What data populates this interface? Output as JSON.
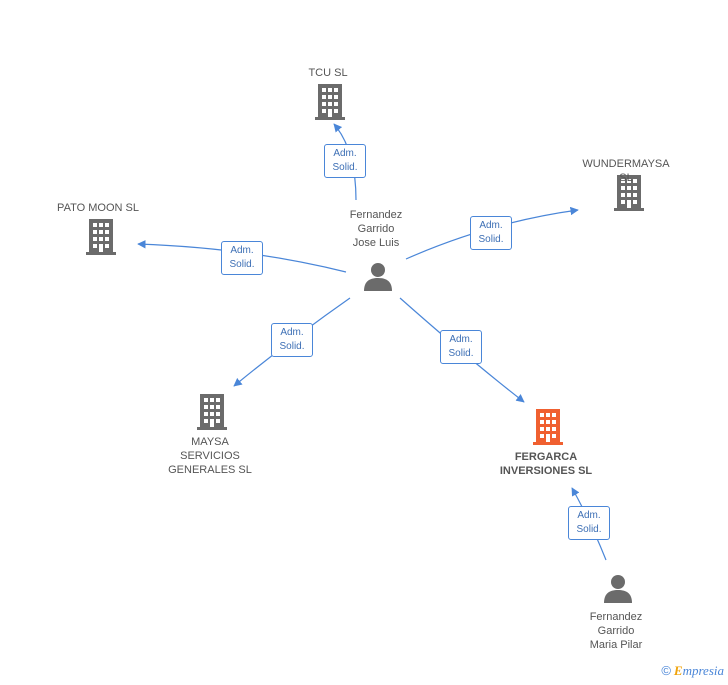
{
  "colors": {
    "company": "#6b6b6b",
    "company_main": "#f06030",
    "person": "#6b6b6b",
    "edge": "#4a86d8",
    "edge_text": "#3d6fb5",
    "label": "#555555"
  },
  "nodes": [
    {
      "id": "tcu",
      "kind": "company",
      "label": "TCU SL",
      "main": false
    },
    {
      "id": "wundermaysa",
      "kind": "company",
      "label": "WUNDERMAYSA SL",
      "main": false
    },
    {
      "id": "patomoon",
      "kind": "company",
      "label": "PATO MOON SL",
      "main": false
    },
    {
      "id": "maysa",
      "kind": "company",
      "label": "MAYSA\nSERVICIOS\nGENERALES SL",
      "main": false
    },
    {
      "id": "fergarca",
      "kind": "company",
      "label": "FERGARCA\nINVERSIONES SL",
      "main": true
    },
    {
      "id": "jose",
      "kind": "person",
      "label": "Fernandez\nGarrido\nJose Luis"
    },
    {
      "id": "pilar",
      "kind": "person",
      "label": "Fernandez\nGarrido\nMaria Pilar"
    }
  ],
  "edges": [
    {
      "from": "jose",
      "to": "tcu",
      "line1": "Adm.",
      "line2": "Solid."
    },
    {
      "from": "jose",
      "to": "wundermaysa",
      "line1": "Adm.",
      "line2": "Solid."
    },
    {
      "from": "jose",
      "to": "patomoon",
      "line1": "Adm.",
      "line2": "Solid."
    },
    {
      "from": "jose",
      "to": "maysa",
      "line1": "Adm.",
      "line2": "Solid."
    },
    {
      "from": "jose",
      "to": "fergarca",
      "line1": "Adm.",
      "line2": "Solid."
    },
    {
      "from": "pilar",
      "to": "fergarca",
      "line1": "Adm.",
      "line2": "Solid."
    }
  ],
  "footer": {
    "copyright_symbol": "©",
    "brand_initial": "E",
    "brand_rest": "mpresia"
  }
}
